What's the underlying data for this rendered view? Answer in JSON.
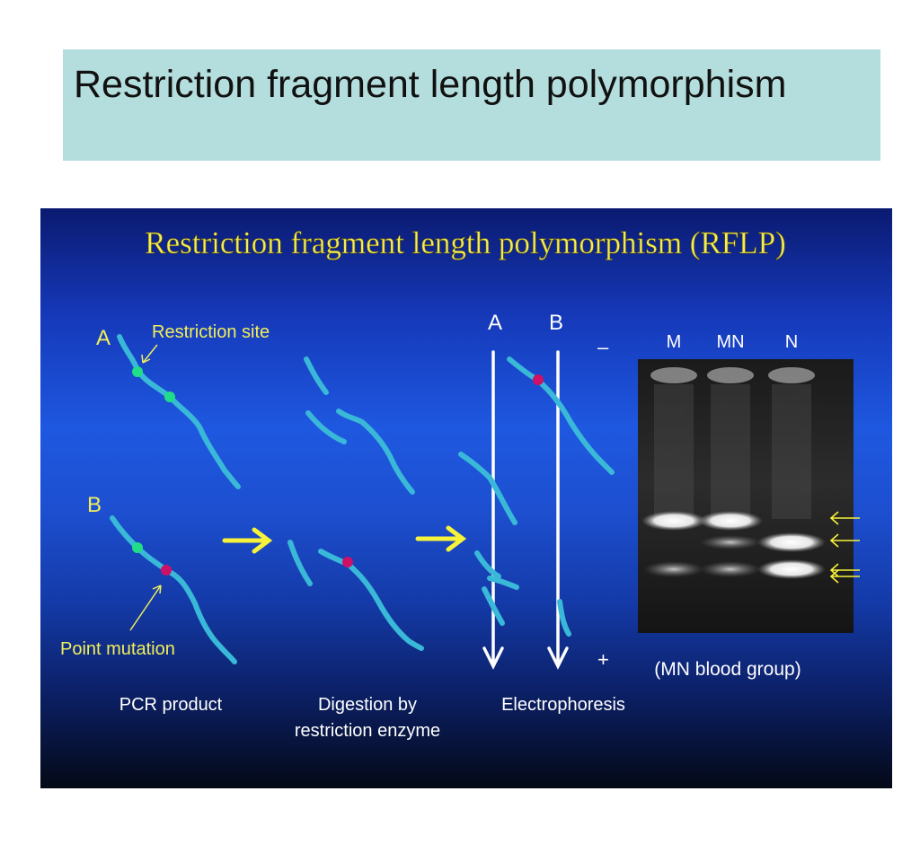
{
  "header": {
    "title": "Restriction fragment length polymorphism"
  },
  "slide": {
    "heading": "Restriction fragment length polymorphism (RFLP)",
    "label_a": "A",
    "label_b": "B",
    "restriction_site": "Restriction site",
    "point_mutation": "Point mutation",
    "step_pcr": "PCR product",
    "step_digest_1": "Digestion by",
    "step_digest_2": "restriction enzyme",
    "step_electro": "Electrophoresis",
    "lane_a": "A",
    "lane_b": "B",
    "minus": "–",
    "plus": "+",
    "gel_m": "M",
    "gel_mn": "MN",
    "gel_n": "N",
    "gel_caption": "(MN blood group)"
  },
  "colors": {
    "title_bg": "#b4dedd",
    "strand": "#39b8d8",
    "restriction_dot": "#22dd88",
    "mutation_dot": "#cc1166",
    "heading": "#f2ee5a",
    "arrow_yellow": "#f7f33a"
  }
}
